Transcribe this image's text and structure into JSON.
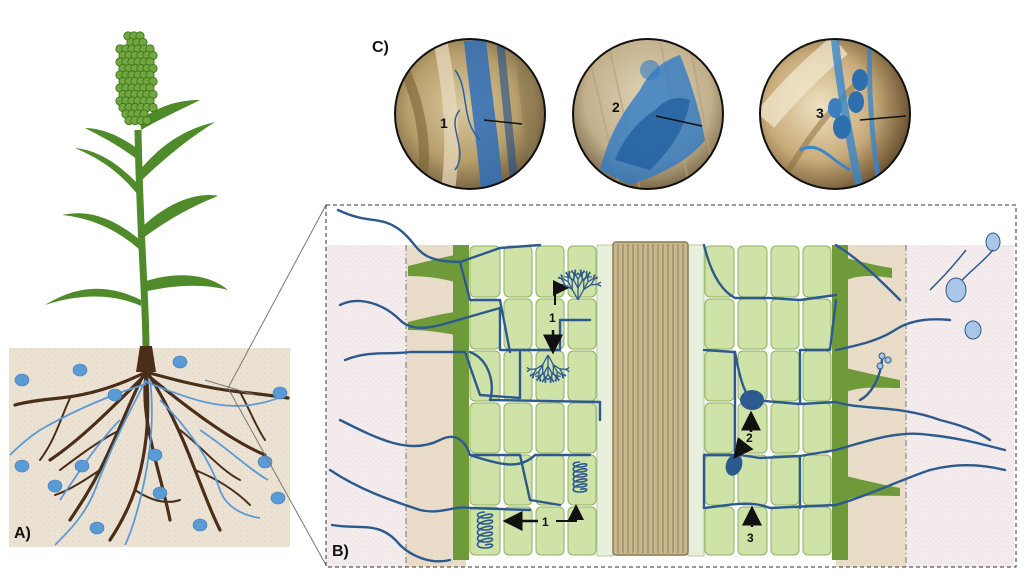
{
  "panels": {
    "a": {
      "label": "A)"
    },
    "b": {
      "label": "B)"
    },
    "c": {
      "label": "C)"
    }
  },
  "micrographs": [
    {
      "label": "1",
      "stain_color": "#2f6fb8"
    },
    {
      "label": "2",
      "stain_color": "#2f7ac4"
    },
    {
      "label": "3",
      "stain_color": "#3a86c8"
    }
  ],
  "annotations": {
    "arrow_1_top": "1",
    "arrow_1_bottom": "1",
    "arrow_2": "2",
    "arrow_3": "3"
  },
  "colors": {
    "soil": "#ece2d3",
    "root": "#4a2e1a",
    "hyphae": "#2d5a8e",
    "spore": "#5b9bd5",
    "cortex_cell": "#cfe3a8",
    "cell_border": "#8fb060",
    "endodermis": "#6f9a3a",
    "stele": "#c9b88e",
    "plant": "#4f8a2b"
  },
  "icons": [
    "sorghum-plant-icon",
    "root-system-icon",
    "spore-icon",
    "vesicle-icon",
    "arbuscule-icon"
  ]
}
